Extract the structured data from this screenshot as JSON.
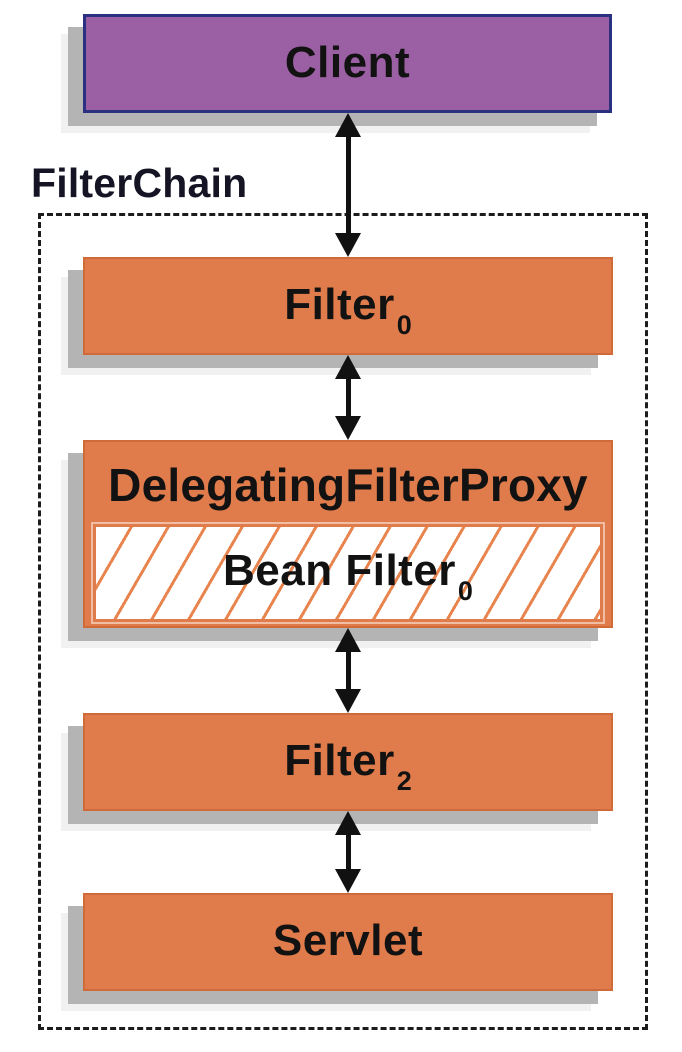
{
  "container": {
    "label": "FilterChain"
  },
  "nodes": {
    "client": {
      "label": "Client"
    },
    "filter0": {
      "label": "Filter",
      "subscript": "0"
    },
    "delegating_filter_proxy": {
      "label": "DelegatingFilterProxy"
    },
    "bean_filter": {
      "label": "Bean Filter",
      "subscript": "0"
    },
    "filter2": {
      "label": "Filter",
      "subscript": "2"
    },
    "servlet": {
      "label": "Servlet"
    }
  },
  "connections": [
    {
      "from": "Client",
      "to": "Filter0",
      "type": "double-headed-arrow"
    },
    {
      "from": "Filter0",
      "to": "DelegatingFilterProxy",
      "type": "double-headed-arrow"
    },
    {
      "from": "DelegatingFilterProxy",
      "to": "Filter2",
      "type": "double-headed-arrow"
    },
    {
      "from": "Filter2",
      "to": "Servlet",
      "type": "double-headed-arrow"
    }
  ],
  "colors": {
    "client_fill": "#9b5fa3",
    "client_border": "#2b3180",
    "filter_fill": "#e07c4b",
    "filter_border": "#d06a38",
    "hatch_line": "#e8854f",
    "shadow": "#b4b4b4",
    "dashed_border": "#1c1c1c",
    "arrow": "#111111",
    "background": "#ffffff"
  }
}
